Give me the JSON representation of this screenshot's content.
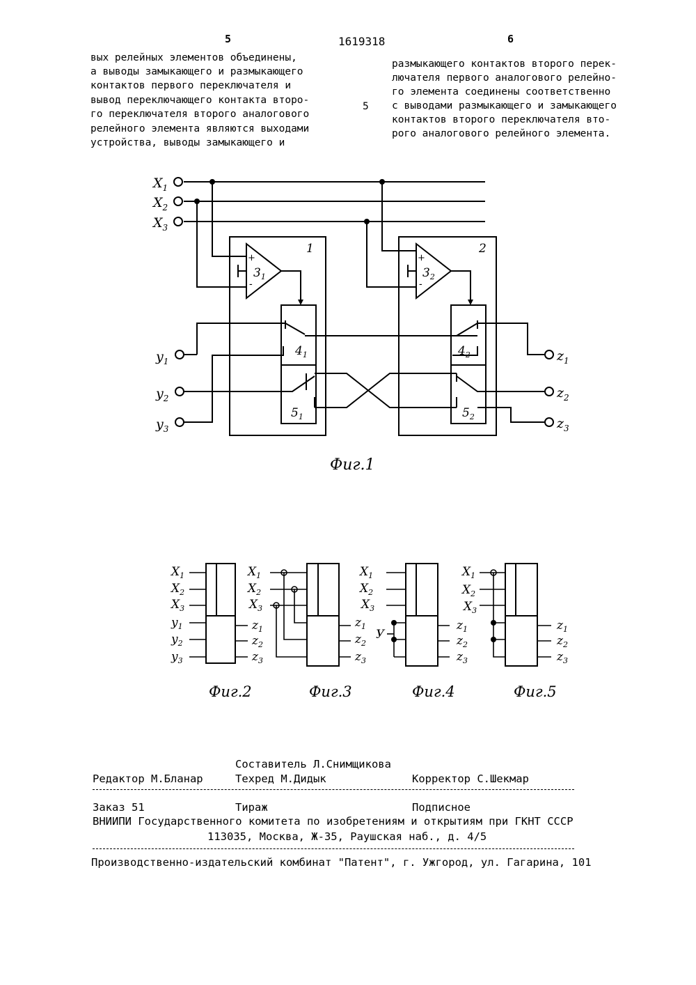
{
  "header": {
    "col_left_number": "5",
    "patent_number": "1619318",
    "col_right_number": "6"
  },
  "body": {
    "left_lines": [
      "вых релейных элементов объединены,",
      "а выводы замыкающего и размыкающего",
      "контактов первого переключателя и",
      "вывод переключающего контакта второ-",
      "го переключателя второго аналогового",
      "релейного элемента являются выходами",
      "устройства, выводы замыкающего и"
    ],
    "line_number_marker": "5",
    "right_lines": [
      "размыкающего контактов второго перек-",
      "лючателя первого аналогового релейно-",
      "го элемента соединены соответственно",
      "с выводами размыкающего и замыкающего",
      "контактов второго переключателя вто-",
      "рого аналогового релейного элемента."
    ]
  },
  "fig1": {
    "caption": "Фиг.1",
    "inputs_x": [
      "X1",
      "X2",
      "X3"
    ],
    "inputs_y": [
      "Y1",
      "Y2",
      "Y3"
    ],
    "outputs_z": [
      "Z1",
      "Z2",
      "Z3"
    ],
    "block_left_number": "1",
    "block_right_number": "2",
    "comparator_left": "31",
    "comparator_right": "32",
    "relay_labels": [
      "41",
      "51",
      "42",
      "52"
    ]
  },
  "small_figs": {
    "captions": [
      "Фиг.2",
      "Фиг.3",
      "Фиг.4",
      "Фиг.5"
    ],
    "x_labels": [
      "X1",
      "X2",
      "X3"
    ],
    "y_labels": [
      "Y1",
      "Y2",
      "Y3"
    ],
    "z_labels": [
      "Z1",
      "Z2",
      "Z3"
    ],
    "y_single": "У"
  },
  "footer": {
    "compiler": "Составитель Л.Снимщикова",
    "editor": "Редактор М.Бланар",
    "techred": "Техред М.Дидык",
    "corrector": "Корректор С.Шекмар",
    "order": "Заказ 51",
    "print_run": "Тираж",
    "subscription": "Подписное",
    "institute": "ВНИИПИ Государственного комитета по изобретениям и открытиям при ГКНТ СССР",
    "address": "113035, Москва, Ж-35, Раушская наб., д. 4/5",
    "publisher": "Производственно-издательский комбинат \"Патент\", г. Ужгород, ул. Гагарина, 101"
  }
}
